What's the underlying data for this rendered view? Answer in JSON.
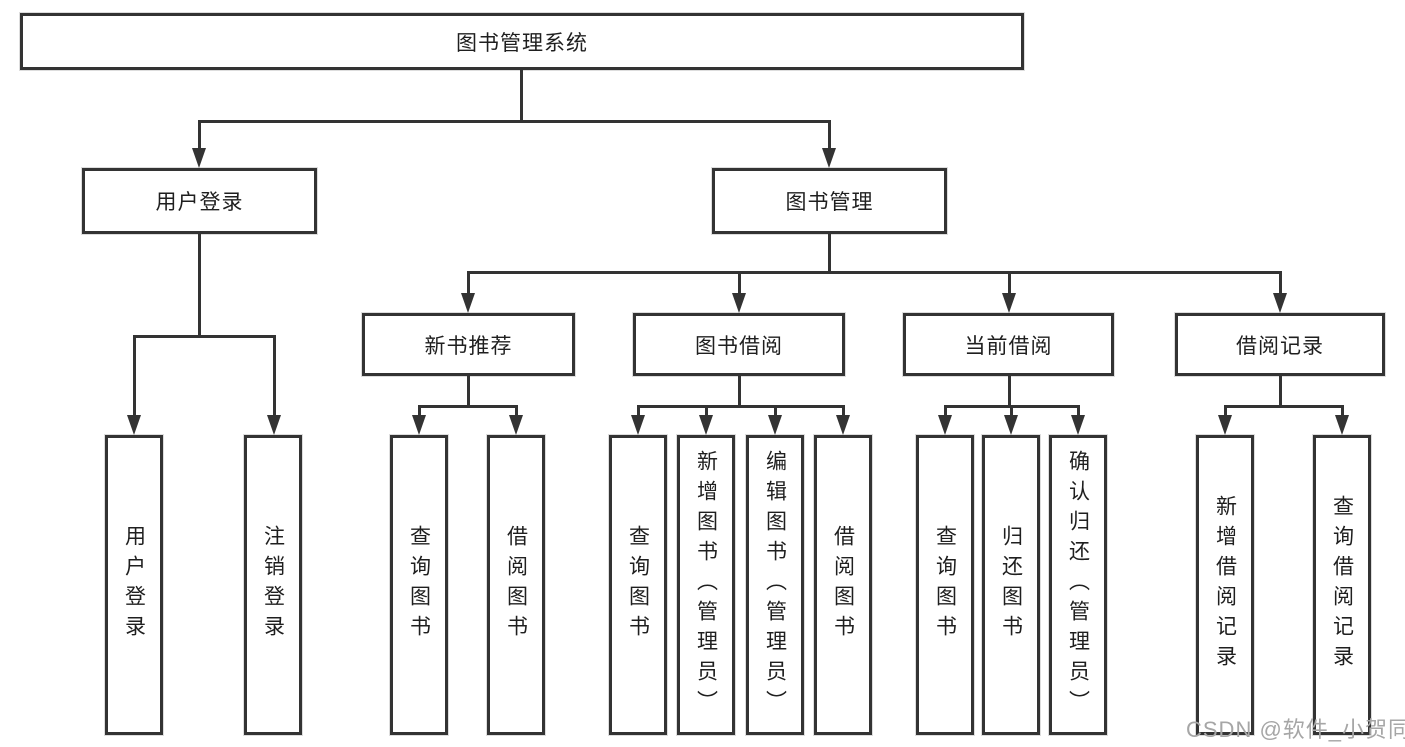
{
  "tree": {
    "root": "图书管理系统",
    "branches": [
      {
        "label": "用户登录",
        "leaves": [
          "用户登录",
          "注销登录"
        ]
      },
      {
        "label": "图书管理",
        "children": [
          {
            "label": "新书推荐",
            "leaves": [
              "查询图书",
              "借阅图书"
            ]
          },
          {
            "label": "图书借阅",
            "leaves": [
              "查询图书",
              "新增图书（管理员）",
              "编辑图书（管理员）",
              "借阅图书"
            ]
          },
          {
            "label": "当前借阅",
            "leaves": [
              "查询图书",
              "归还图书",
              "确认归还（管理员）"
            ]
          },
          {
            "label": "借阅记录",
            "leaves": [
              "新增借阅记录",
              "查询借阅记录"
            ]
          }
        ]
      }
    ]
  },
  "watermark": "CSDN @软件_小贺同学",
  "colors": {
    "line": "#333333",
    "text": "#1f1f1f",
    "watermark": "#a6a6a6",
    "background": "#ffffff"
  }
}
